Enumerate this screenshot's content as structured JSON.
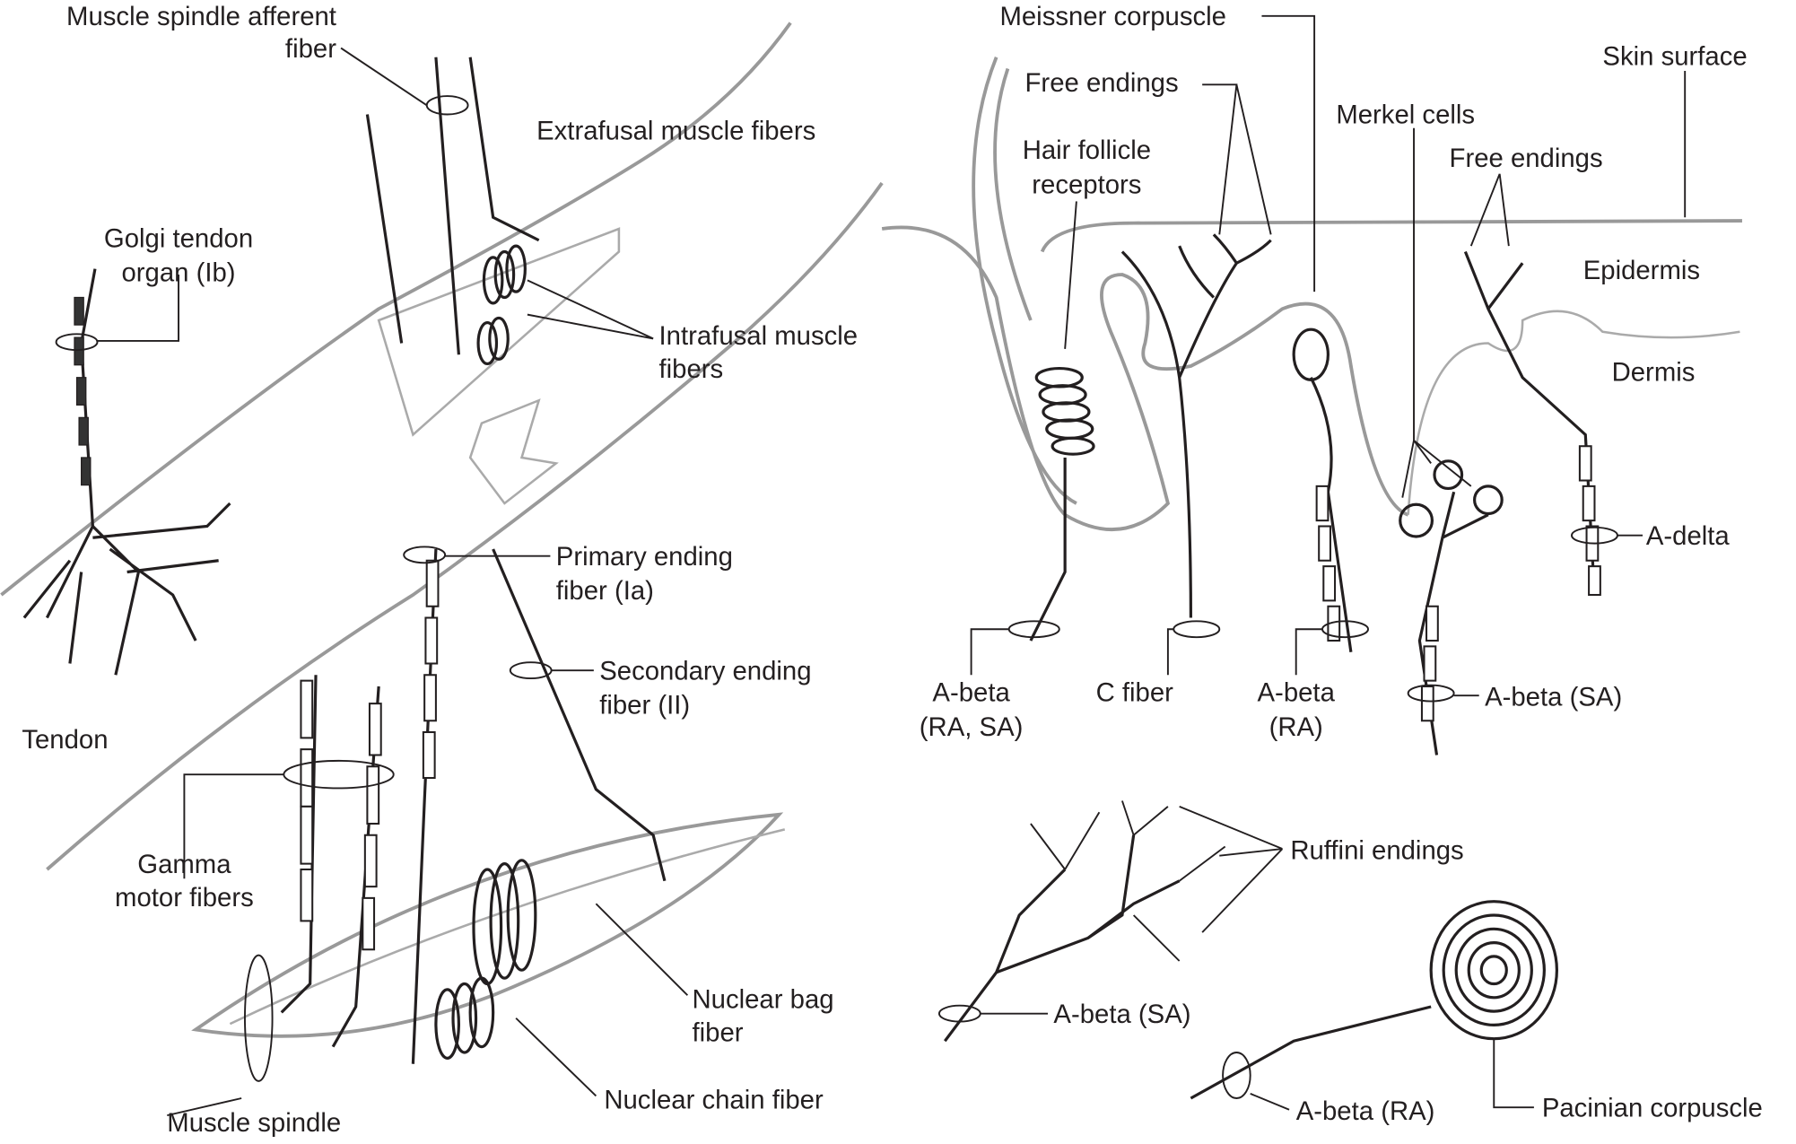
{
  "left_panel": {
    "muscle_spindle_afferent": [
      "Muscle spindle afferent",
      "fiber"
    ],
    "extrafusal": "Extrafusal muscle fibers",
    "golgi_tendon_organ": [
      "Golgi tendon",
      "organ (Ib)"
    ],
    "intrafusal": [
      "Intrafusal muscle",
      "fibers"
    ],
    "primary_ending": [
      "Primary ending",
      "fiber (Ia)"
    ],
    "secondary_ending": [
      "Secondary ending",
      "fiber (II)"
    ],
    "tendon": "Tendon",
    "gamma_motor": [
      "Gamma",
      "motor fibers"
    ],
    "nuclear_bag": [
      "Nuclear bag",
      "fiber"
    ],
    "muscle_spindle": "Muscle spindle",
    "nuclear_chain": "Nuclear chain fiber"
  },
  "right_panel": {
    "meissner": "Meissner corpuscle",
    "skin_surface": "Skin surface",
    "free_endings_1": "Free endings",
    "merkel": "Merkel cells",
    "hair_follicle": [
      "Hair follicle",
      "receptors"
    ],
    "free_endings_2": "Free endings",
    "epidermis": "Epidermis",
    "dermis": "Dermis",
    "a_delta": "A-delta",
    "a_beta_ra_sa": [
      "A-beta",
      "(RA, SA)"
    ],
    "c_fiber": "C fiber",
    "a_beta_ra": [
      "A-beta",
      "(RA)"
    ],
    "a_beta_sa_merkel": "A-beta (SA)",
    "ruffini": "Ruffini endings",
    "a_beta_sa_ruffini": "A-beta (SA)",
    "a_beta_ra_pacinian": "A-beta (RA)",
    "pacinian": "Pacinian corpuscle"
  }
}
